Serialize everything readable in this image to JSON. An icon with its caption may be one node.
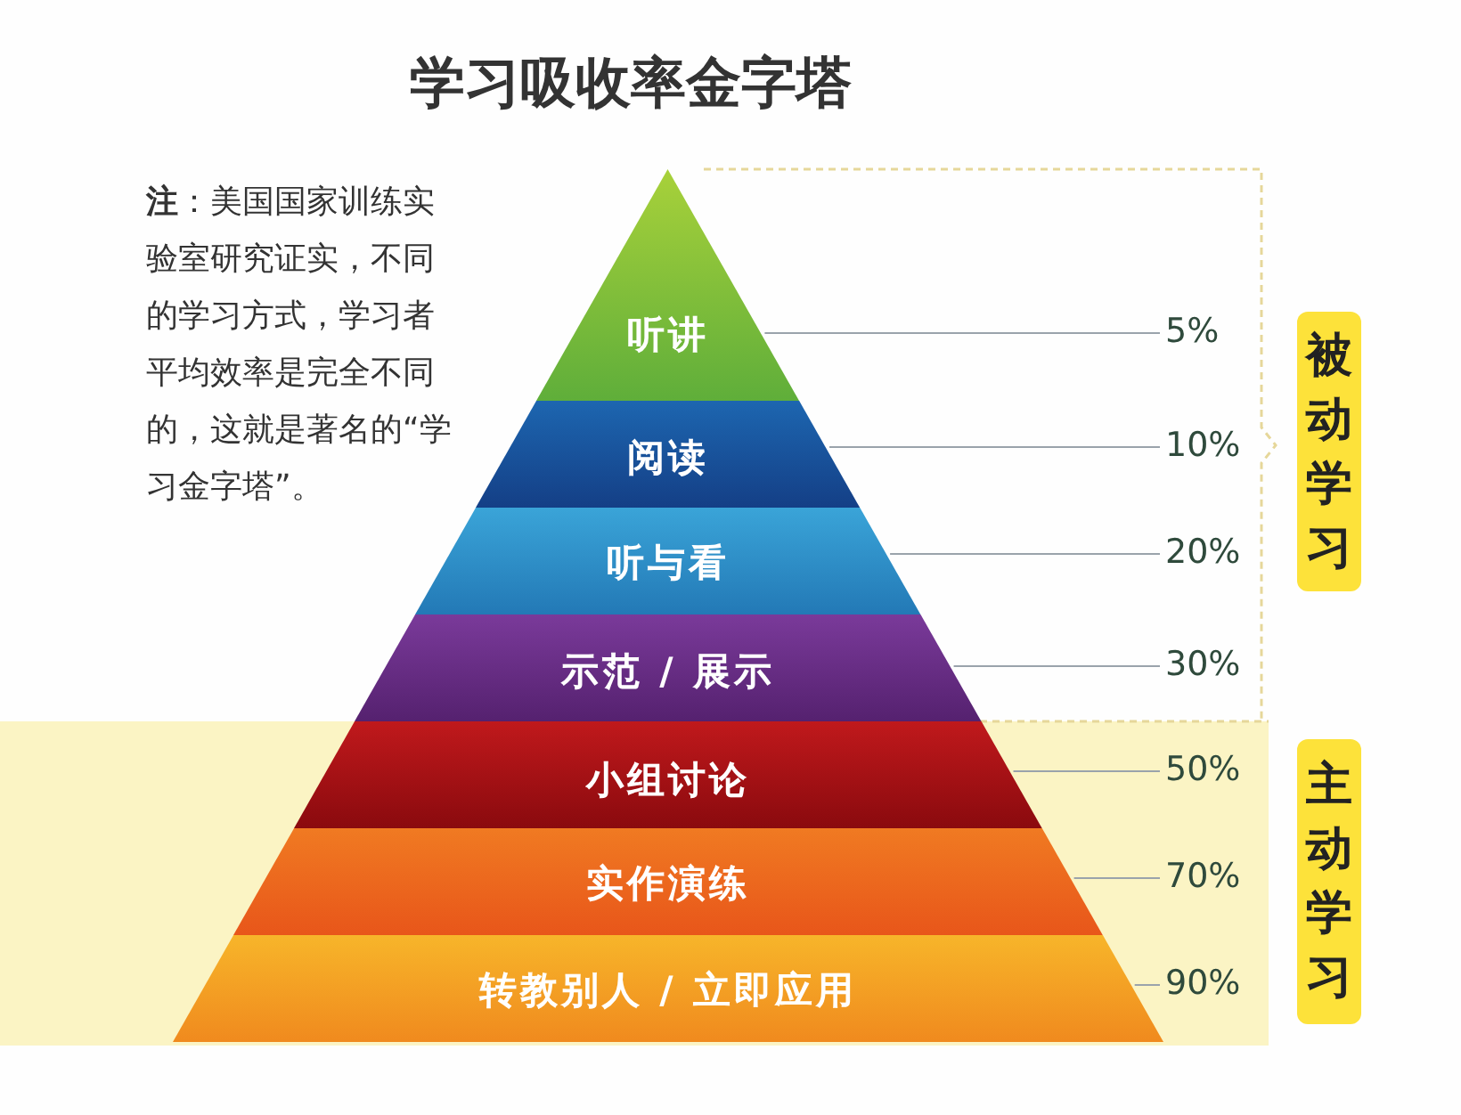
{
  "diagram": {
    "title": "学习吸收率金字塔",
    "nodes": [
      {
        "text": [
          "听讲"
        ]
      },
      {
        "text": [
          "阅读"
        ]
      },
      {
        "text": [
          "听与看"
        ]
      },
      {
        "text": [
          "示范 / 展示"
        ]
      },
      {
        "text": [
          "小组讨论"
        ]
      },
      {
        "text": [
          "实作演练"
        ]
      },
      {
        "text": [
          "转教别人 / 立即应用"
        ]
      },
      {
        "text": [
          "5%"
        ]
      },
      {
        "text": [
          "10%"
        ]
      },
      {
        "text": [
          "20%"
        ]
      },
      {
        "text": [
          "30%"
        ]
      },
      {
        "text": [
          "50%"
        ]
      },
      {
        "text": [
          "70%"
        ]
      },
      {
        "text": [
          "90%"
        ]
      },
      {
        "text": [
          "被动学习"
        ]
      },
      {
        "text": [
          "主动学习"
        ]
      }
    ],
    "edges": [
      {
        "from": 7,
        "to": 0,
        "arrow": "none"
      },
      {
        "from": 8,
        "to": 1,
        "arrow": "none"
      },
      {
        "from": 9,
        "to": 2,
        "arrow": "none"
      },
      {
        "from": 10,
        "to": 3,
        "arrow": "none"
      },
      {
        "from": 11,
        "to": 4,
        "arrow": "none"
      },
      {
        "from": 12,
        "to": 5,
        "arrow": "none"
      },
      {
        "from": 13,
        "to": 6,
        "arrow": "none"
      }
    ],
    "labels": [
      "**注**：美国国家训练实验室研究证实，不同的学习方式，学习者平均效率是完全不同的，这就是著名的“学习金字塔”。"
    ]
  }
}
